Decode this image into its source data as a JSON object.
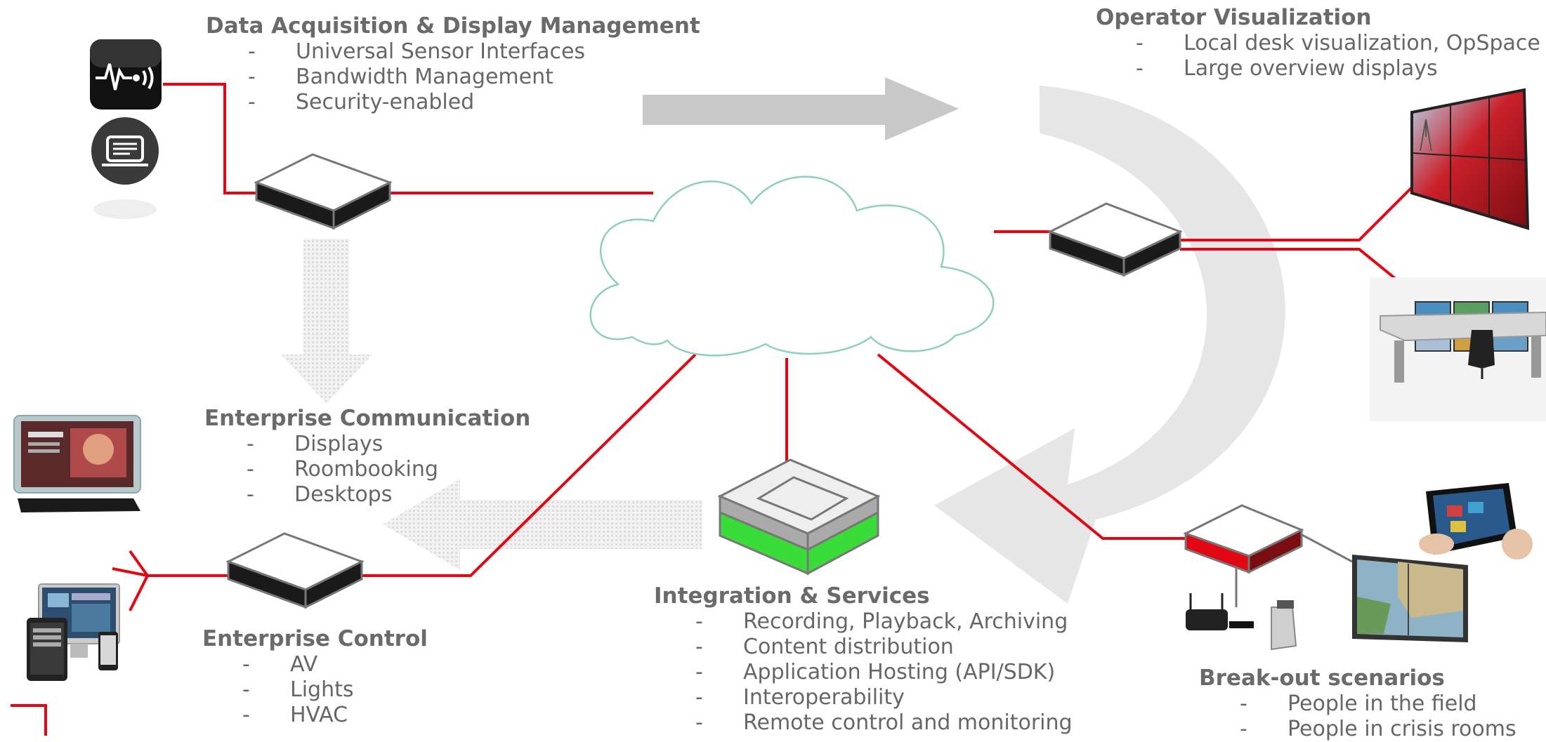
{
  "sections": {
    "data_acquisition": {
      "title": "Data Acquisition & Display Management",
      "items": [
        "Universal Sensor Interfaces",
        "Bandwidth Management",
        "Security-enabled"
      ]
    },
    "operator_visualization": {
      "title": "Operator Visualization",
      "items": [
        "Local desk visualization, OpSpace",
        "Large overview displays"
      ]
    },
    "enterprise_communication": {
      "title": "Enterprise Communication",
      "items": [
        "Displays",
        "Roombooking",
        "Desktops"
      ]
    },
    "enterprise_control": {
      "title": "Enterprise Control",
      "items": [
        "AV",
        "Lights",
        "HVAC"
      ]
    },
    "integration_services": {
      "title": "Integration & Services",
      "items": [
        "Recording, Playback, Archiving",
        "Content distribution",
        "Application Hosting (API/SDK)",
        "Interoperability",
        "Remote control and monitoring"
      ]
    },
    "breakout": {
      "title": "Break-out scenarios",
      "items": [
        "People in the field",
        "People in crisis rooms"
      ]
    }
  },
  "dash": "-",
  "colors": {
    "connection": "#e30613",
    "arrow": "#c8c8c8",
    "cloud_stroke": "#8ecfc1",
    "device_body": "#ffffff",
    "device_front": "#1a1a1a",
    "server_led": "#3adc3a",
    "breakout_led": "#e30613"
  },
  "icons": [
    "sensor-icon",
    "desktop-icon",
    "network-cloud-icon",
    "switch-device-icon",
    "server-stack-icon",
    "video-wall-icon",
    "control-desk-icon",
    "tablet-icon",
    "map-display-icon",
    "media-player-icon",
    "tv-display-icon",
    "devices-icon"
  ]
}
